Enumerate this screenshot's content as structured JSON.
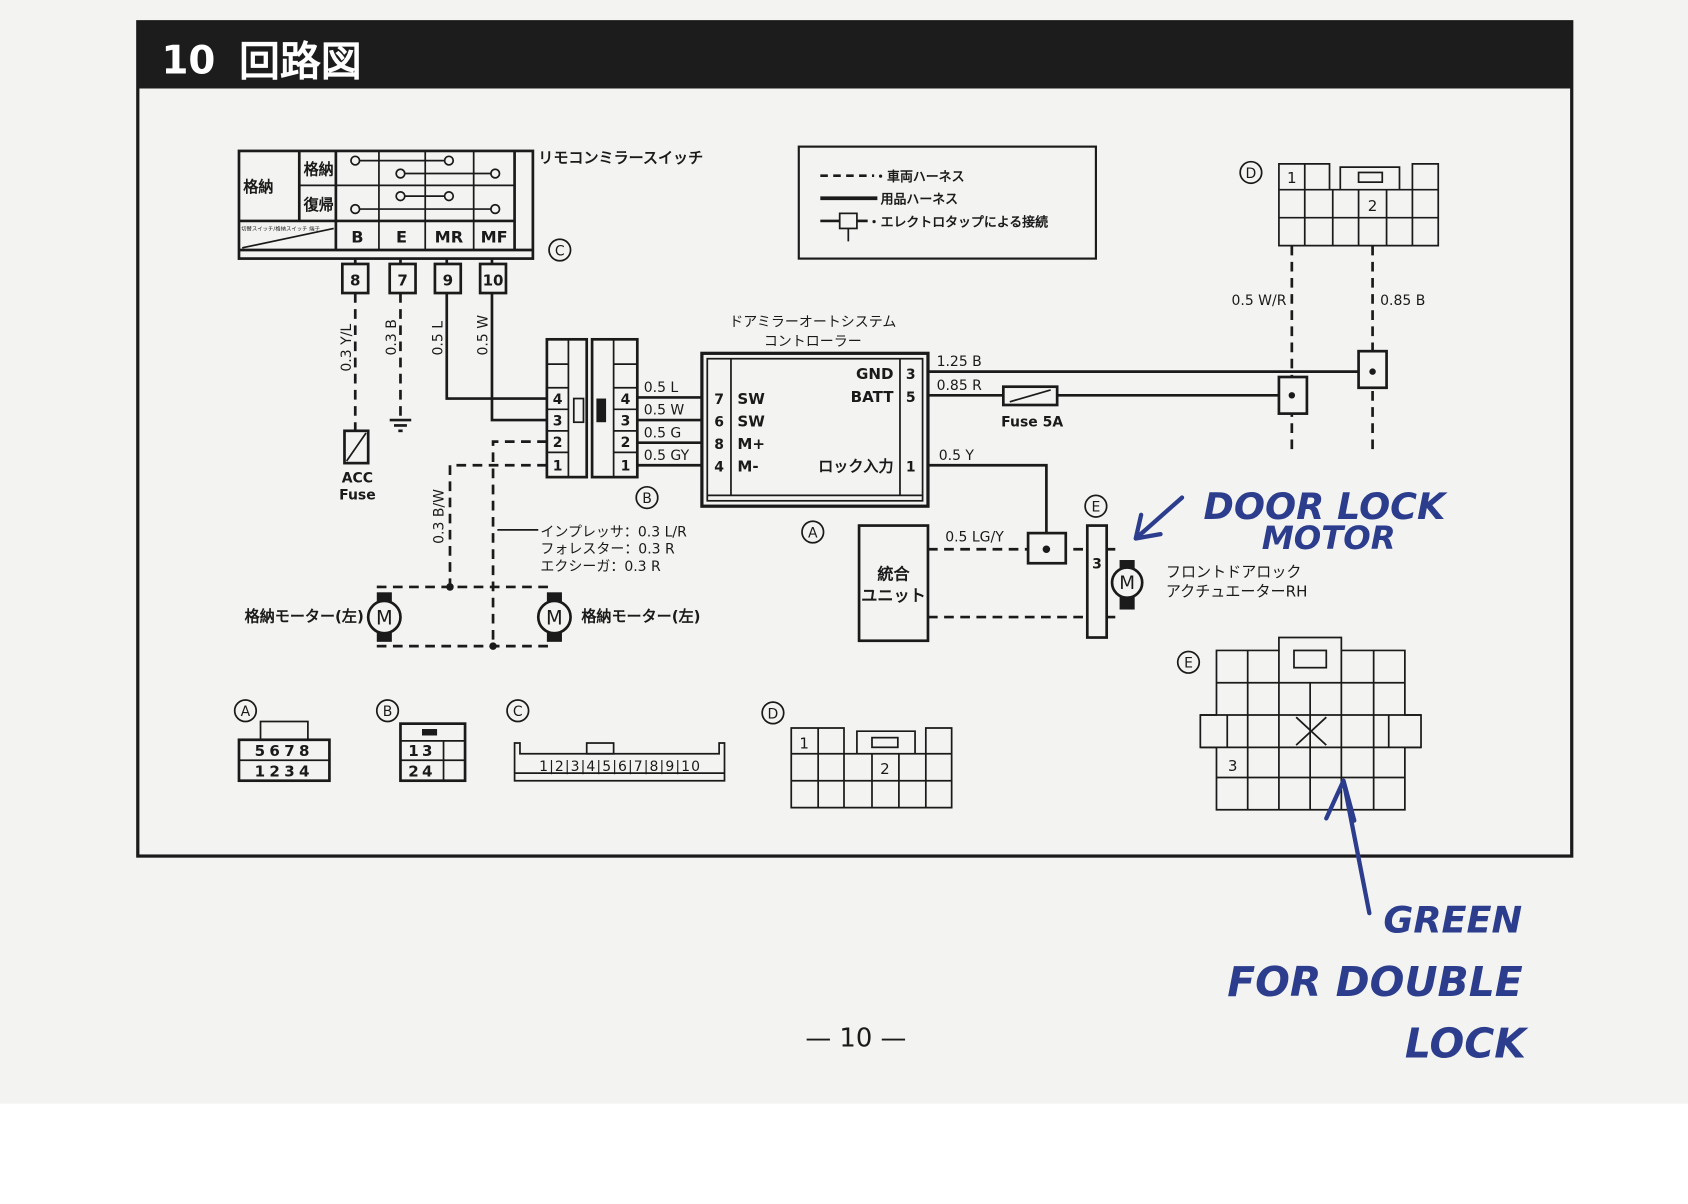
{
  "header": {
    "number": "10",
    "title": "回路図"
  },
  "switch": {
    "name": "リモコンミラースイッチ",
    "row_group": "格納",
    "rows": [
      "格納",
      "復帰"
    ],
    "corner_label": "切替スイッチ/格納スイッチ 端子",
    "terminals": [
      "B",
      "E",
      "MR",
      "MF"
    ],
    "pins": [
      "8",
      "7",
      "9",
      "10"
    ],
    "connector_id": "C"
  },
  "legend": {
    "items": [
      "・車両ハーネス",
      "用品ハーネス",
      "・エレクトロタップによる接続"
    ]
  },
  "wires": {
    "pin8": "0.3 Y/L",
    "pin7": "0.3 B",
    "pin9": "0.5 L",
    "pin10": "0.5 W",
    "b4": "0.5 L",
    "b3": "0.5 W",
    "b2": "0.5 G",
    "b1": "0.5 GY",
    "gnd": "1.25 B",
    "batt": "0.85 R",
    "lock": "0.5 Y",
    "lgy": "0.5 LG/Y",
    "bw": "0.3 B/W",
    "d1": "0.5 W/R",
    "d2": "0.85 B"
  },
  "acc_fuse": [
    "ACC",
    "Fuse"
  ],
  "fuse5a": "Fuse 5A",
  "controller": {
    "title1": "ドアミラーオートシステム",
    "title2": "コントローラー",
    "left_pins": [
      "7",
      "6",
      "8",
      "4"
    ],
    "left_labels": [
      "SW",
      "SW",
      "M+",
      "M-"
    ],
    "right_pins": [
      "3",
      "5",
      "1"
    ],
    "right_labels": [
      "GND",
      "BATT",
      "ロック入力"
    ],
    "connector_id": "A"
  },
  "connector_b": {
    "id": "B",
    "pins": [
      "4",
      "3",
      "2",
      "1"
    ]
  },
  "variants": [
    "インプレッサ：0.3 L/R",
    "フォレスター：0.3 R",
    "エクシーガ：0.3 R"
  ],
  "motors": {
    "left": "格納モーター(左)",
    "right": "格納モーター(左)",
    "symbol": "M"
  },
  "integrated_unit": [
    "統合",
    "ユニット"
  ],
  "actuator": {
    "id": "E",
    "pin": "3",
    "label1": "フロントドアロック",
    "label2": "アクチュエーターRH"
  },
  "connector_d": {
    "id": "D",
    "pins": [
      "1",
      "2"
    ]
  },
  "connector_e": {
    "id": "E",
    "pin": "3"
  },
  "pinouts": {
    "A": {
      "id": "A",
      "top": [
        "5",
        "6",
        "7",
        "8"
      ],
      "bottom": [
        "1",
        "2",
        "3",
        "4"
      ]
    },
    "B": {
      "id": "B",
      "top": [
        "1",
        "3"
      ],
      "bottom": [
        "2",
        "4"
      ]
    },
    "C": {
      "id": "C",
      "pins": [
        "1",
        "2",
        "3",
        "4",
        "5",
        "6",
        "7",
        "8",
        "9",
        "10"
      ]
    },
    "D": {
      "id": "D",
      "pins": [
        "1",
        "2"
      ]
    }
  },
  "annotations": {
    "door_lock": [
      "DOOR LOCK",
      "MOTOR"
    ],
    "green": [
      "GREEN",
      "FOR DOUBLE",
      "LOCK"
    ],
    "ink_color": "#2b3d8c"
  },
  "page_number": "— 10 —"
}
